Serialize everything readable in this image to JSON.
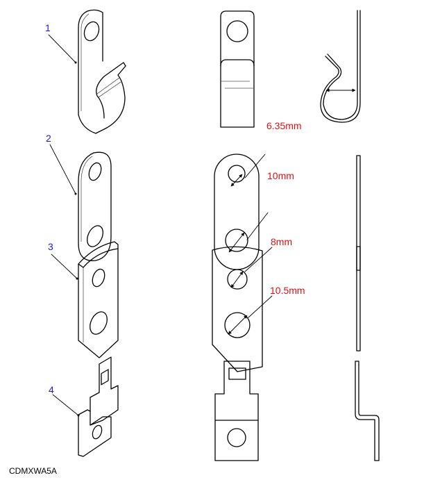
{
  "callouts": [
    "1",
    "2",
    "3",
    "4"
  ],
  "dimensions": {
    "row2_small_hole": "6.35mm",
    "row2_large_hole": "10mm",
    "row3_small_hole": "8mm",
    "row3_large_hole": "10.5mm"
  },
  "figure_code": "CDMXWA5A",
  "colors": {
    "callout": "#1a1adc",
    "dimension": "#e01010",
    "line": "#000000"
  }
}
